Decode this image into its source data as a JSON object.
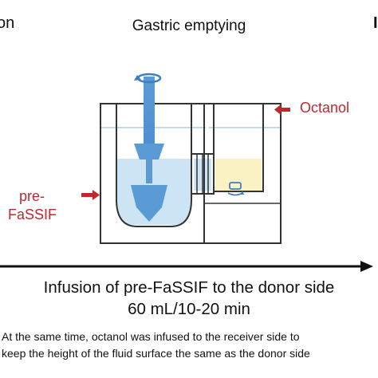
{
  "header": {
    "left_edge_text": "on",
    "right_edge_text": "I",
    "title": "Gastric emptying"
  },
  "labels": {
    "octanol": "Octanol",
    "pre_fassif_line1": "pre-",
    "pre_fassif_line2": "FaSSIF"
  },
  "infusion": {
    "line1": "Infusion of pre-FaSSIF  to the donor side",
    "line2": "60 mL/10-20 min"
  },
  "note": {
    "line1": "At the same time, octanol was infused to the receiver side to",
    "line2": "keep the height of the fluid surface the same as the donor side"
  },
  "colors": {
    "outline": "#333333",
    "inlet_arrow": "#c0282e",
    "stirrer": "#5b9bd5",
    "donor_fluid": "#cde4f5",
    "receiver_fluid": "#fbf2c4",
    "surface_line": "#a8cde8"
  }
}
